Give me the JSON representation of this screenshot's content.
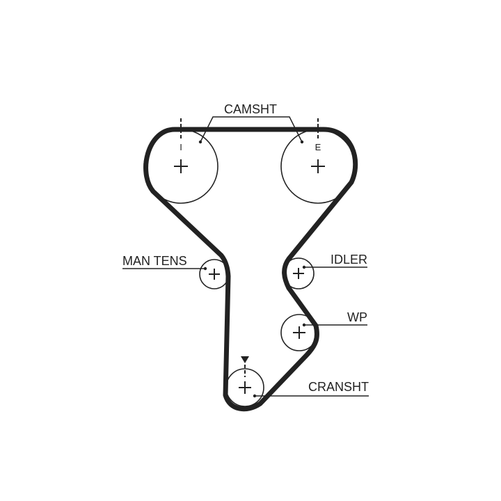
{
  "diagram": {
    "labels": {
      "camshaft": "CAMSHT",
      "intake_mark": "I",
      "exhaust_mark": "E",
      "manual_tensioner": "MAN TENS",
      "idler": "IDLER",
      "water_pump": "WP",
      "crankshaft": "CRANSHT"
    },
    "colors": {
      "line": "#222222",
      "background": "#ffffff"
    }
  }
}
